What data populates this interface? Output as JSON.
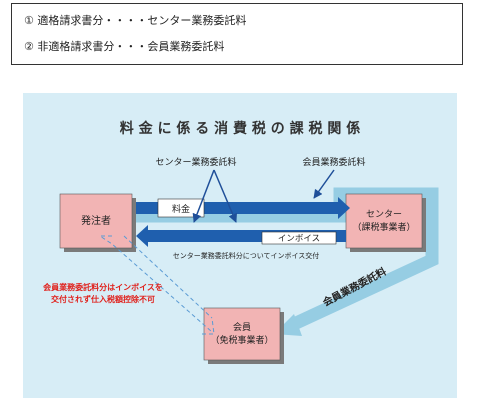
{
  "legend": {
    "line1": "① 適格請求書分・・・・センター業務委託料",
    "line2": "② 非適格請求書分・・・会員業務委託料"
  },
  "diagram": {
    "title": "料 金 に 係 る 消 費 税 の 課 税 関 係",
    "nodes": {
      "orderer": "発注者",
      "center_line1": "センター",
      "center_line2": "（課税事業者）",
      "member_line1": "会員",
      "member_line2": "（免税事業者）"
    },
    "labels": {
      "center_fee": "センター業務委託料",
      "member_fee": "会員業務委託料",
      "fee_box": "料金",
      "invoice_box": "インボイス",
      "invoice_note": "センター業務委託料分についてインボイス交付",
      "member_fee_diag": "会員業務委託料",
      "warning_line1": "会員業務委託料分はインボイスを",
      "warning_line2": "交付されず仕入税額控除不可"
    },
    "colors": {
      "panel": "#d7edf6",
      "node_fill": "#f2b4b4",
      "node_shadow": "#7a7a7a",
      "blue_arrow": "#1f5fae",
      "light_arrow": "#96cde3",
      "warning_red": "#e0201b"
    }
  }
}
